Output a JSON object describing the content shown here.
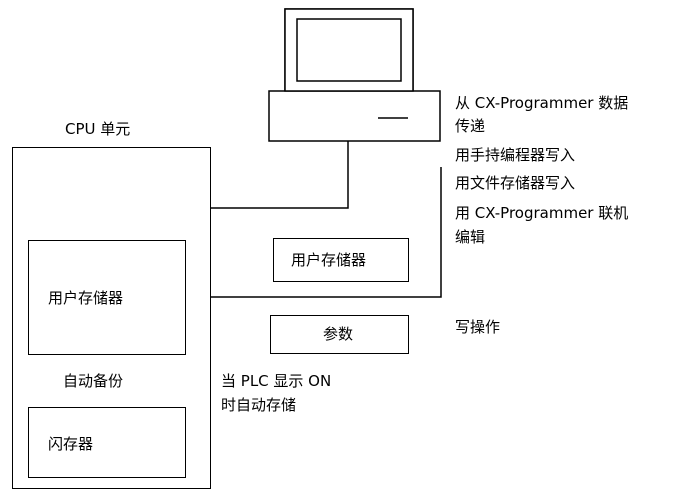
{
  "cpu_unit_label": "CPU 单元",
  "user_memory_label": "用户存储器",
  "flash_memory_label": "闪存器",
  "auto_backup_label": "自动备份",
  "plc_note_line1": "当 PLC 显示 ON",
  "plc_note_line2": "时自动存储",
  "source_user_memory_label": "用户存储器",
  "parameters_label": "参数",
  "write_operation_label": "写操作",
  "transfer_methods": [
    "从 CX-Programmer 数据",
    "传递",
    "用手持编程器写入",
    "用文件存储器写入",
    "用 CX-Programmer 联机",
    "编辑"
  ]
}
